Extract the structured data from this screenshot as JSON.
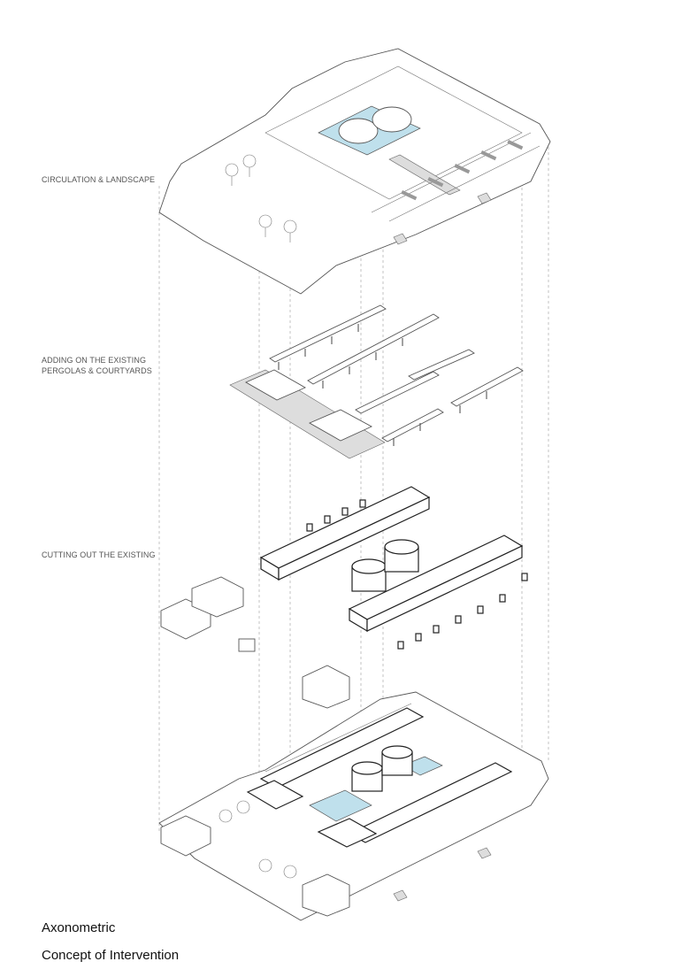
{
  "layers": [
    {
      "label": "Circulation & Landscape"
    },
    {
      "label_line1": "Adding on the existing",
      "label_line2": "Pergolas & Courtyards"
    },
    {
      "label": "Cutting out the existing"
    }
  ],
  "caption": {
    "title": "Axonometric",
    "subtitle": "Concept of Intervention"
  },
  "colors": {
    "water": "#bfe0ec",
    "line": "#555555"
  }
}
